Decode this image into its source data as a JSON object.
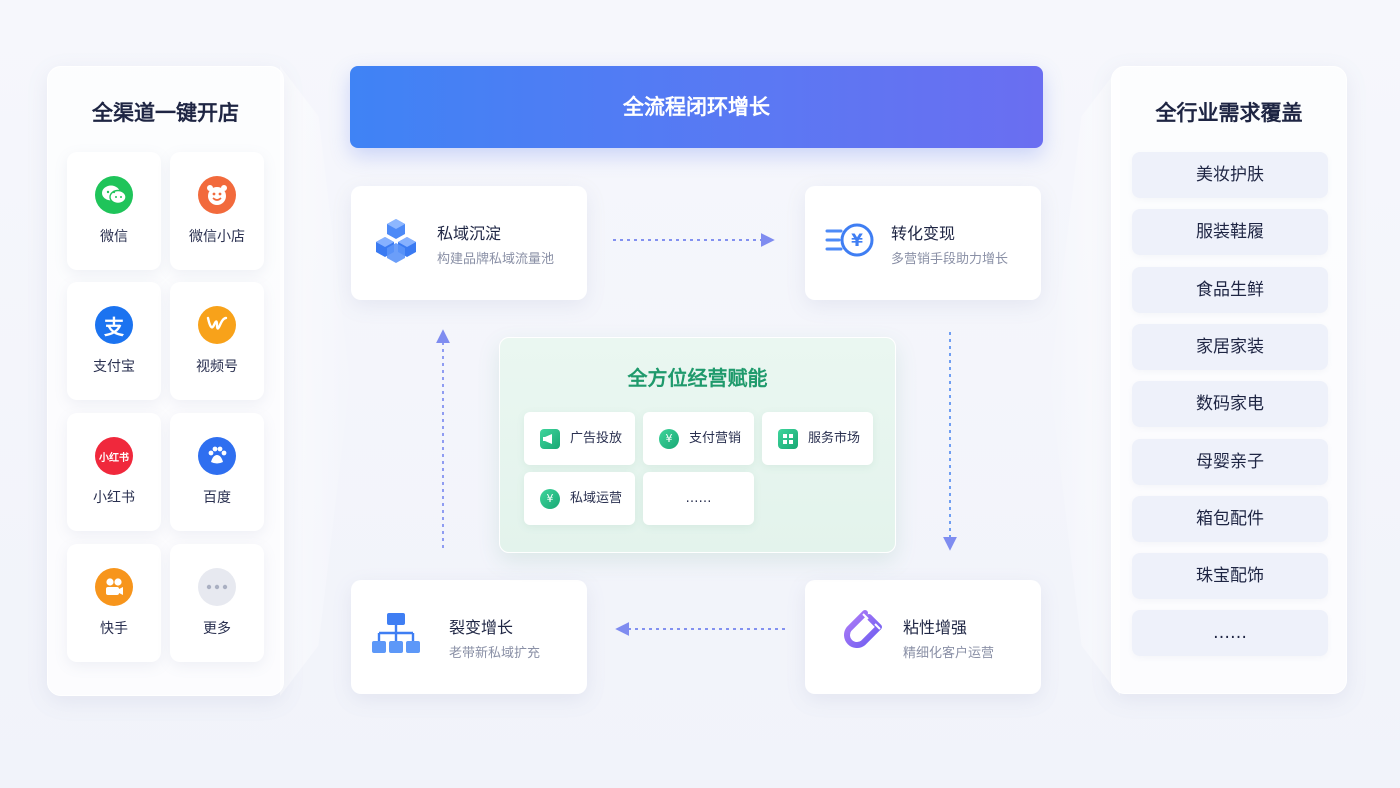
{
  "left_panel": {
    "title": "全渠道一键开店",
    "channels": [
      {
        "label": "微信",
        "icon": "wechat-icon",
        "color": "#1fc45a"
      },
      {
        "label": "微信小店",
        "icon": "wechat-shop-icon",
        "color": "#f26a3c"
      },
      {
        "label": "支付宝",
        "icon": "alipay-icon",
        "color": "#1b73f0"
      },
      {
        "label": "视频号",
        "icon": "channels-icon",
        "color": "#f8a21a"
      },
      {
        "label": "小红书",
        "icon": "xiaohongshu-icon",
        "color": "#f0283c"
      },
      {
        "label": "百度",
        "icon": "baidu-icon",
        "color": "#2f6ff0"
      },
      {
        "label": "快手",
        "icon": "kuaishou-icon",
        "color": "#f7951c"
      },
      {
        "label": "更多",
        "icon": "more-icon",
        "color": "#e7e9f0"
      }
    ],
    "xiaohongshu_glyph": "小红书",
    "alipay_glyph": "支"
  },
  "banner": {
    "title": "全流程闭环增长"
  },
  "stages": {
    "private": {
      "title": "私域沉淀",
      "subtitle": "构建品牌私域流量池"
    },
    "convert": {
      "title": "转化变现",
      "subtitle": "多营销手段助力增长"
    },
    "fission": {
      "title": "裂变增长",
      "subtitle": "老带新私域扩充"
    },
    "sticky": {
      "title": "粘性增强",
      "subtitle": "精细化客户运营"
    }
  },
  "center": {
    "title": "全方位经营赋能",
    "chips": [
      {
        "label": "广告投放",
        "icon": "megaphone-icon"
      },
      {
        "label": "支付营销",
        "icon": "yuan-icon"
      },
      {
        "label": "服务市场",
        "icon": "grid-icon"
      },
      {
        "label": "私域运营",
        "icon": "yuan-icon"
      },
      {
        "label": "……",
        "icon": ""
      }
    ],
    "yuan_glyph": "¥"
  },
  "right_panel": {
    "title": "全行业需求覆盖",
    "industries": [
      "美妆护肤",
      "服装鞋履",
      "食品生鲜",
      "家居家装",
      "数码家电",
      "母婴亲子",
      "箱包配件",
      "珠宝配饰",
      "……"
    ]
  },
  "colors": {
    "accent_blue": "#3f83f5",
    "accent_green": "#1f9a6c",
    "accent_purple": "#8a5cf0"
  }
}
